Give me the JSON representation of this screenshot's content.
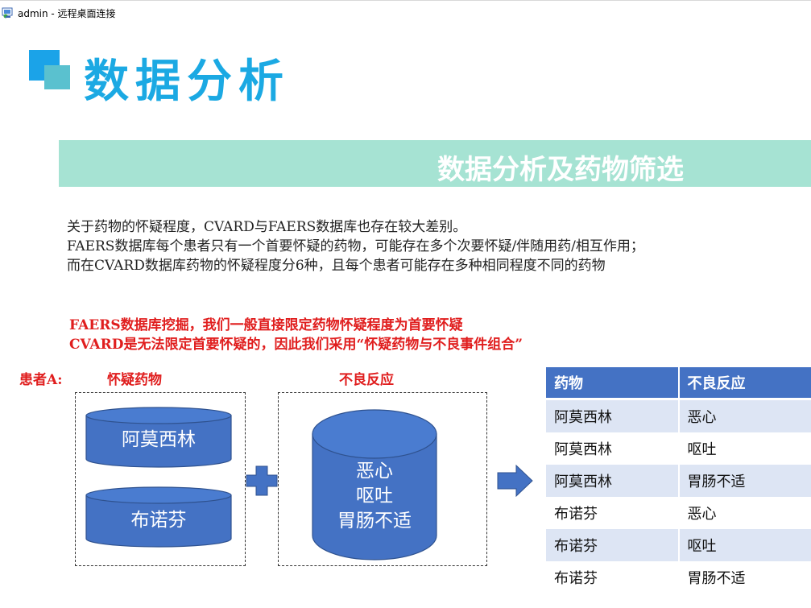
{
  "window": {
    "title": "admin - 远程桌面连接"
  },
  "slide": {
    "title": "数据分析",
    "banner_title": "数据分析及药物筛选",
    "intro_lines": [
      "关于药物的怀疑程度，CVARD与FAERS数据库也存在较大差别。",
      "FAERS数据库每个患者只有一个首要怀疑的药物，可能存在多个次要怀疑/伴随用药/相互作用；",
      "而在CVARD数据库药物的怀疑程度分6种，且每个患者可能存在多种相同程度不同的药物"
    ],
    "highlight_lines": [
      "FAERS数据库挖掘，我们一般直接限定药物怀疑程度为首要怀疑",
      "CVARD是无法限定首要怀疑的，因此我们采用“怀疑药物与不良事件组合”"
    ],
    "diagram": {
      "patient_label": "患者A:",
      "drugs_label": "怀疑药物",
      "reactions_label": "不良反应",
      "drugs": [
        "阿莫西林",
        "布诺芬"
      ],
      "reactions": [
        "恶心",
        "呕吐",
        "胃肠不适"
      ]
    },
    "table": {
      "headers": [
        "药物",
        "不良反应"
      ],
      "rows": [
        [
          "阿莫西林",
          "恶心"
        ],
        [
          "阿莫西林",
          "呕吐"
        ],
        [
          "阿莫西林",
          "胃肠不适"
        ],
        [
          "布诺芬",
          "恶心"
        ],
        [
          "布诺芬",
          "呕吐"
        ],
        [
          "布诺芬",
          "胃肠不适"
        ]
      ]
    },
    "colors": {
      "title": "#1ba9e3",
      "banner": "#a6e3d3",
      "shape_fill": "#4472c4",
      "highlight_text": "#e01e1e",
      "table_stripe": "#dde5f4"
    }
  }
}
